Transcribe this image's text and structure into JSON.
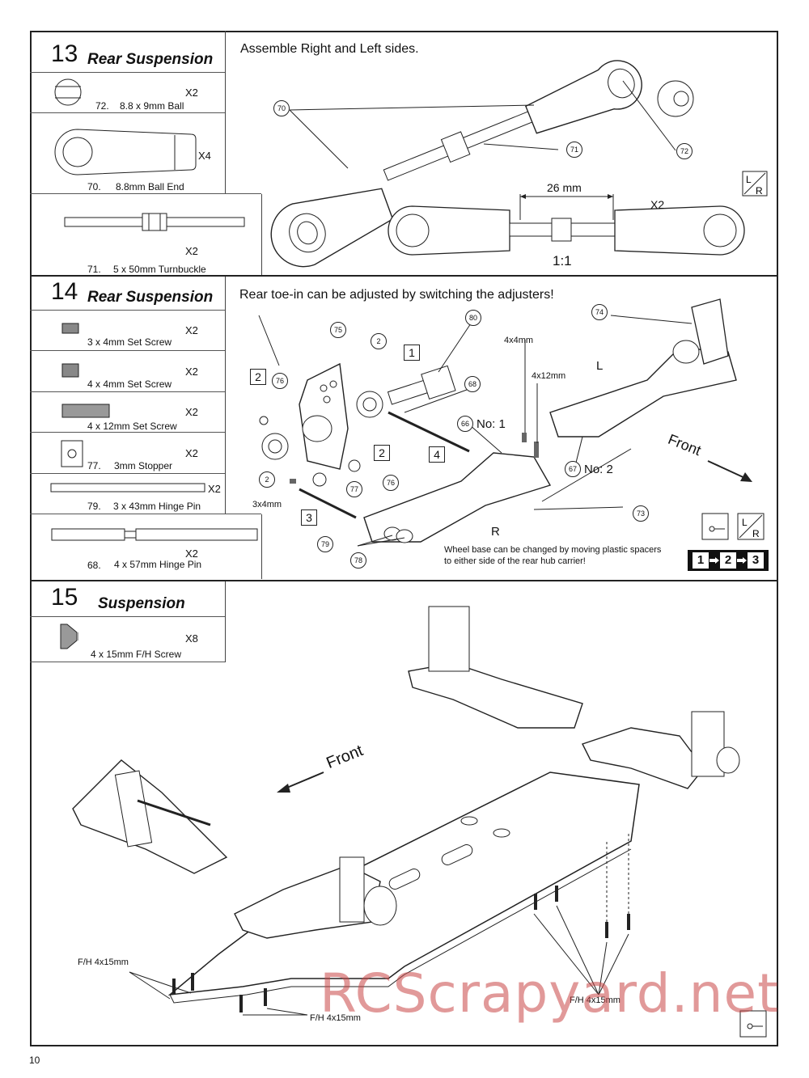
{
  "page_number": "10",
  "steps": [
    {
      "number": "13",
      "title": "Rear Suspension",
      "instruction": "Assemble Right and Left sides.",
      "parts": [
        {
          "id": "72.",
          "name": "8.8 x 9mm  Ball",
          "qty": "X2",
          "icon": "ball-icon"
        },
        {
          "id": "70.",
          "name": "8.8mm  Ball End",
          "qty": "X4",
          "icon": "ball-end-icon"
        },
        {
          "id": "71.",
          "name": "5 x 50mm  Turnbuckle",
          "qty": "X2",
          "icon": "turnbuckle-icon"
        }
      ],
      "callouts": [
        "70",
        "71",
        "72"
      ],
      "dimension": "26 mm",
      "dimension_qty": "X2",
      "scale": "1:1"
    },
    {
      "number": "14",
      "title": "Rear Suspension",
      "instruction": "Rear toe-in can be adjusted by switching the adjusters!",
      "parts": [
        {
          "id": "",
          "name": "3 x 4mm  Set Screw",
          "qty": "X2",
          "icon": "set-screw-icon"
        },
        {
          "id": "",
          "name": "4 x 4mm  Set Screw",
          "qty": "X2",
          "icon": "set-screw-icon"
        },
        {
          "id": "",
          "name": "4 x 12mm  Set Screw",
          "qty": "X2",
          "icon": "set-screw-long-icon"
        },
        {
          "id": "77.",
          "name": "3mm  Stopper",
          "qty": "X2",
          "icon": "stopper-icon"
        },
        {
          "id": "79.",
          "name": "3 x 43mm  Hinge Pin",
          "qty": "X2",
          "icon": "hinge-pin-icon"
        },
        {
          "id": "68.",
          "name": "4 x 57mm  Hinge Pin",
          "qty": "X2",
          "icon": "hinge-pin-icon"
        }
      ],
      "callouts": [
        "80",
        "75",
        "2",
        "76",
        "68",
        "66",
        "74",
        "2",
        "77",
        "76",
        "67",
        "73",
        "79",
        "78"
      ],
      "boxes": [
        "1",
        "2",
        "2",
        "4",
        "3"
      ],
      "labels": {
        "no1": "No: 1",
        "no2": "No: 2",
        "l": "L",
        "r": "R",
        "front": "Front",
        "s4x4": "4x4mm",
        "s4x12": "4x12mm",
        "s3x4": "3x4mm"
      },
      "note": "Wheel base can be changed by moving plastic spacers to either side of the rear hub carrier!",
      "sequence": [
        "1",
        "2",
        "3"
      ]
    },
    {
      "number": "15",
      "title": "Suspension",
      "parts": [
        {
          "id": "",
          "name": "4 x 15mm  F/H Screw",
          "qty": "X8",
          "icon": "fh-screw-icon"
        }
      ],
      "labels": {
        "front": "Front",
        "fh1": "F/H 4x15mm",
        "fh2": "F/H 4x15mm",
        "fh3": "F/H 4x15mm"
      }
    }
  ],
  "watermark": "RCScrapyard.net"
}
